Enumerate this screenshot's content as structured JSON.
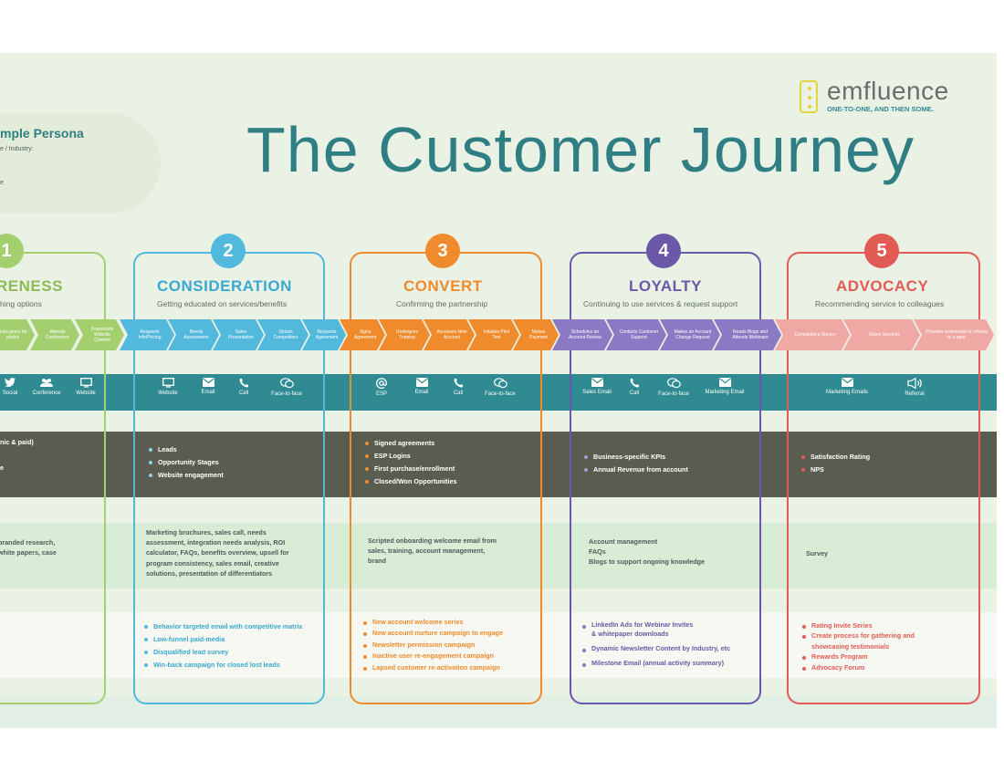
{
  "brand": {
    "name": "emfluence",
    "tagline": "ONE-TO-ONE, AND THEN SOME."
  },
  "title": "The Customer Journey",
  "persona": {
    "title": "mple Persona",
    "subtitle": "e / Industry:",
    "line": "e"
  },
  "colors": {
    "awareness": "#a4cf6e",
    "consideration": "#52b9dc",
    "convert": "#ef8b2c",
    "loyalty": "#6b58a8",
    "advocacy": "#e25b55",
    "teal_band": "#2f8a91",
    "dark_band": "#5a5c4f"
  },
  "stages": [
    {
      "number": "1",
      "name": "RENESS",
      "desc": "hing options",
      "steps": [
        "Asks peers for advice",
        "Attends Conference",
        "Downloads Website Content"
      ],
      "touchpoints": [
        {
          "icon": "twitter-icon",
          "label": "Social"
        },
        {
          "icon": "people-icon",
          "label": "Conference"
        },
        {
          "icon": "monitor-icon",
          "label": "Website"
        }
      ],
      "kpis": [
        "nic & paid)",
        "",
        "e"
      ],
      "content": "branded research,\nwhite papers, case",
      "campaigns": []
    },
    {
      "number": "2",
      "name": "CONSIDERATION",
      "desc": "Getting educated on services/benefits",
      "steps": [
        "Requests Info/Pricing",
        "Needs Assessment",
        "Sales Presentation",
        "Shown Competitors",
        "Requests Agreement"
      ],
      "touchpoints": [
        {
          "icon": "monitor-icon",
          "label": "Website"
        },
        {
          "icon": "mail-icon",
          "label": "Email"
        },
        {
          "icon": "phone-icon",
          "label": "Call"
        },
        {
          "icon": "chat-icon",
          "label": "Face-to-face"
        }
      ],
      "kpis": [
        "Leads",
        "Opportunity Stages",
        "Website engagement"
      ],
      "content": "Marketing brochures, sales call, needs\nassessment, integration needs analysis, ROI\ncalculator, FAQs, benefits overview, upsell for\nprogram consistency, sales email, creative\nsolutions, presentation of differentiators",
      "campaigns": [
        "Behavior targeted email with competitive matrix",
        "Low-funnel paid-media",
        "Disqualified lead survey",
        "Win-back campaign for closed lost leads"
      ]
    },
    {
      "number": "3",
      "name": "CONVERT",
      "desc": "Confirming the partnership",
      "steps": [
        "Signs Agreement",
        "Undergoes Training",
        "Accesses New Account",
        "Initiates Pilot Test",
        "Makes Payment"
      ],
      "touchpoints": [
        {
          "icon": "at-icon",
          "label": "ESP"
        },
        {
          "icon": "mail-icon",
          "label": "Email"
        },
        {
          "icon": "phone-icon",
          "label": "Call"
        },
        {
          "icon": "chat-icon",
          "label": "Face-to-face"
        }
      ],
      "kpis": [
        "Signed agreements",
        "ESP Logins",
        "First purchase/enrollment",
        "Closed/Won Opportunities"
      ],
      "content": "Scripted onboarding welcome email from\nsales, training, account management,\nbrand",
      "campaigns": [
        "New account welcome series",
        "New account nurture campaign to engage",
        "Newsletter permission campaign",
        "Inactive user re-engagement campaign",
        "Lapsed customer re-activation campaign"
      ]
    },
    {
      "number": "4",
      "name": "LOYALTY",
      "desc": "Continuing to use services & request support",
      "steps": [
        "Schedules an Account Review",
        "Contacts Customer Support",
        "Makes an Account Change Request",
        "Reads Blogs and Attends Webinars"
      ],
      "touchpoints": [
        {
          "icon": "mail-icon",
          "label": "Sales Email"
        },
        {
          "icon": "phone-icon",
          "label": "Call"
        },
        {
          "icon": "chat-icon",
          "label": "Face-to-face"
        },
        {
          "icon": "mail-icon",
          "label": "Marketing Email"
        }
      ],
      "kpis": [
        "Business-specific KPIs",
        "Annual Revenue from account"
      ],
      "content": "Account management\nFAQs\nBlogs to support ongoing knowledge",
      "campaigns": [
        "LinkedIn Ads for Webinar Invites\n& whitepaper downloads",
        "Dynamic Newsletter Content by Industry, etc",
        "Milestone Email (annual activity summary)"
      ]
    },
    {
      "number": "5",
      "name": "ADVOCACY",
      "desc": "Recommending service to colleagues",
      "steps": [
        "Completes a Survey",
        "Rates Services",
        "Provides testimonial or referral to a peer"
      ],
      "touchpoints": [
        {
          "icon": "mail-icon",
          "label": "Marketing Emails"
        },
        {
          "icon": "megaphone-icon",
          "label": "Referral"
        }
      ],
      "kpis": [
        "Satisfaction Rating",
        "NPS"
      ],
      "content": "Survey",
      "campaigns": [
        "Rating Invite Series",
        "Create process for gathering and\nshowcasing testimonials",
        "Rewards Program",
        "Advocacy Forum"
      ]
    }
  ]
}
